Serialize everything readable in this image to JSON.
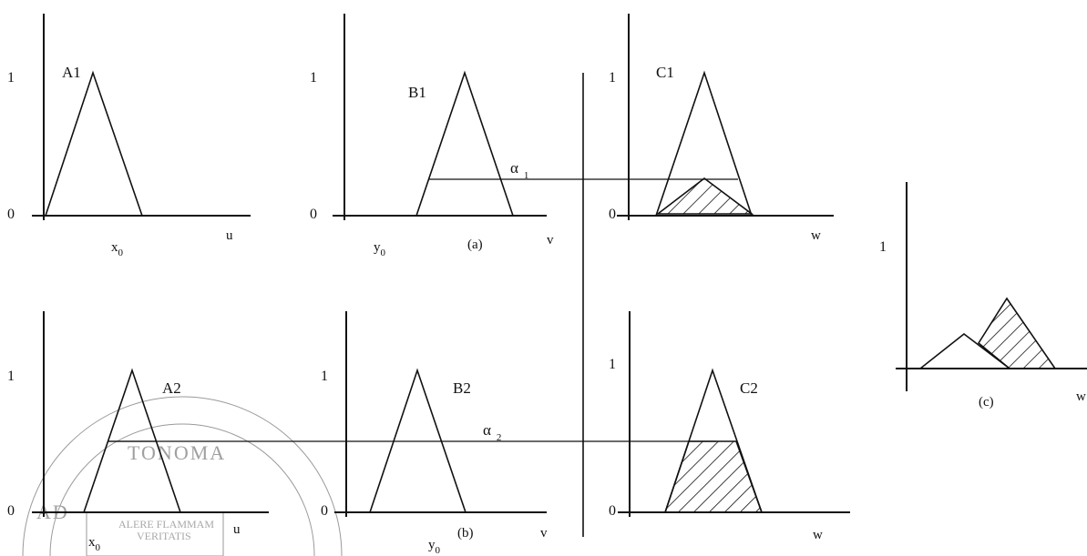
{
  "diagram": {
    "row1": {
      "A1": {
        "name": "A1",
        "one": "1",
        "zero": "0",
        "point": "x",
        "point_sub": "0",
        "axis": "u"
      },
      "B1": {
        "name": "B1",
        "one": "1",
        "zero": "0",
        "point": "y",
        "point_sub": "0",
        "axis": "v"
      },
      "C1": {
        "name": "C1",
        "one": "1",
        "zero": "0",
        "axis": "w"
      },
      "caption": "(a)",
      "alpha": "α",
      "alpha_sub": "1"
    },
    "row2": {
      "A2": {
        "name": "A2",
        "one": "1",
        "zero": "0",
        "point": "x",
        "point_sub": "0",
        "axis": "u"
      },
      "B2": {
        "name": "B2",
        "one": "1",
        "zero": "0",
        "point": "y",
        "point_sub": "0",
        "axis": "v"
      },
      "C2": {
        "name": "C2",
        "one": "1",
        "zero": "0",
        "axis": "w"
      },
      "caption": "(b)",
      "alpha": "α",
      "alpha_sub": "2"
    },
    "result": {
      "one": "1",
      "caption": "(c)",
      "axis": "w"
    },
    "watermark": {
      "top_text": "TONOMA",
      "left_text": "AD",
      "motto": "ALERE FLAMMAM",
      "motto2": "VERITATIS"
    }
  }
}
